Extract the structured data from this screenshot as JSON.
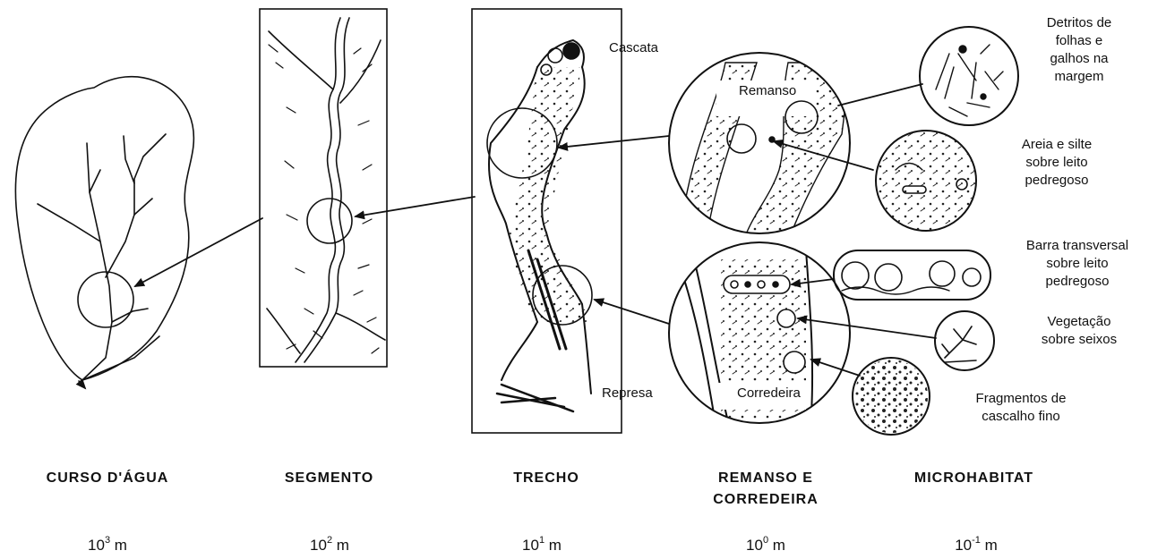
{
  "labels": {
    "cascata": "Cascata",
    "remanso": "Remanso",
    "represa": "Represa",
    "corredeira": "Corredeira",
    "detritos": [
      "Detritos de",
      "folhas e",
      "galhos na",
      "margem"
    ],
    "areia": [
      "Areia e silte",
      "sobre leito",
      "pedregoso"
    ],
    "barra": [
      "Barra transversal",
      "sobre leito",
      "pedregoso"
    ],
    "vegetacao": [
      "Vegetação",
      "sobre seixos"
    ],
    "fragmentos": [
      "Fragmentos de",
      "cascalho fino"
    ]
  },
  "captions": [
    {
      "title": "CURSO D'ÁGUA",
      "scale_base": "10",
      "scale_exp": "3",
      "scale_unit": "m"
    },
    {
      "title": "SEGMENTO",
      "scale_base": "10",
      "scale_exp": "2",
      "scale_unit": "m"
    },
    {
      "title": "TRECHO",
      "scale_base": "10",
      "scale_exp": "1",
      "scale_unit": "m"
    },
    {
      "title": "REMANSO E CORREDEIRA",
      "scale_base": "10",
      "scale_exp": "0",
      "scale_unit": "m"
    },
    {
      "title": "MICROHABITAT",
      "scale_base": "10",
      "scale_exp": "-1",
      "scale_unit": "m"
    }
  ]
}
